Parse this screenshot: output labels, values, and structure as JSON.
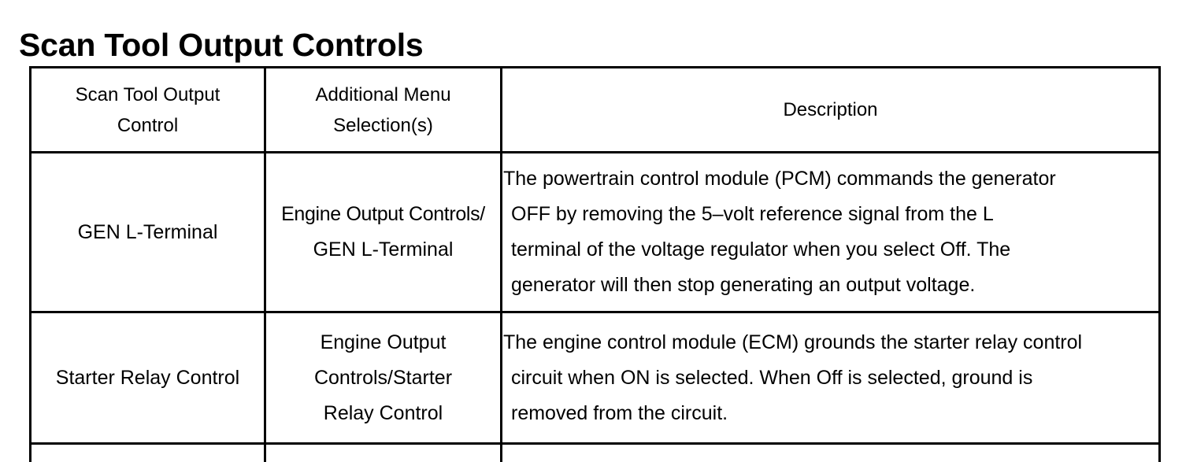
{
  "title": "Scan Tool Output Controls",
  "table": {
    "headers": {
      "col1_line1": "Scan Tool Output",
      "col1_line2": "Control",
      "col2_line1": "Additional Menu",
      "col2_line2": "Selection(s)",
      "col3": "Description"
    },
    "rows": [
      {
        "control": "GEN L-Terminal",
        "menu_lines": [
          "Engine Output Controls/",
          "GEN L-Terminal"
        ],
        "description_lines": [
          "The powertrain control module (PCM) commands the generator",
          "OFF by removing the 5–volt reference signal from the L",
          "terminal of the voltage regulator when you select Off. The",
          "generator will then stop generating an output voltage."
        ]
      },
      {
        "control": "Starter Relay Control",
        "menu_lines": [
          "Engine Output",
          "Controls/Starter",
          "Relay Control"
        ],
        "description_lines": [
          "The engine control module (ECM) grounds the starter relay control",
          "circuit when ON is selected. When Off is selected, ground is",
          "removed from the circuit."
        ]
      }
    ]
  }
}
